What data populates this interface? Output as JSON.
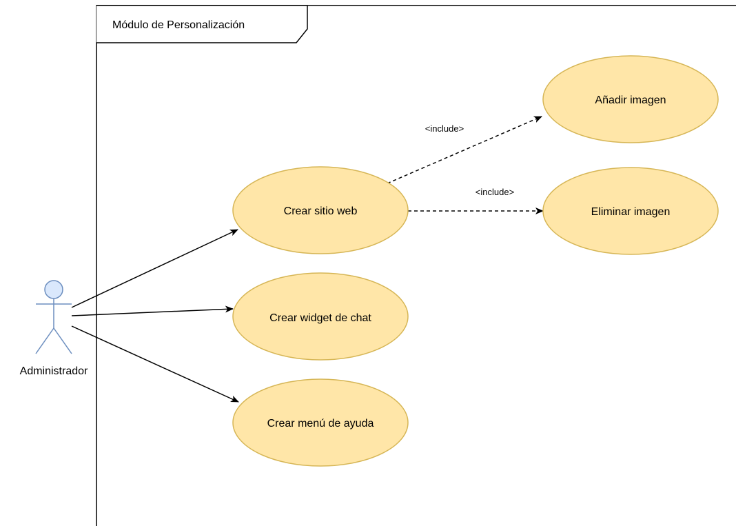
{
  "frame": {
    "title": "Módulo de Personalización"
  },
  "actor": {
    "name": "Administrador"
  },
  "use_cases": {
    "crear_sitio_web": "Crear sitio web",
    "crear_widget_chat": "Crear widget de chat",
    "crear_menu_ayuda": "Crear menú de ayuda",
    "anadir_imagen": "Añadir imagen",
    "eliminar_imagen": "Eliminar imagen"
  },
  "relations": {
    "include_anadir": "<include>",
    "include_eliminar": "<include>"
  },
  "colors": {
    "use_case_fill": "#ffe6a8",
    "use_case_stroke": "#d6b656",
    "actor_fill": "#dae8fc",
    "actor_stroke": "#6c8ebf",
    "line": "#000000"
  }
}
